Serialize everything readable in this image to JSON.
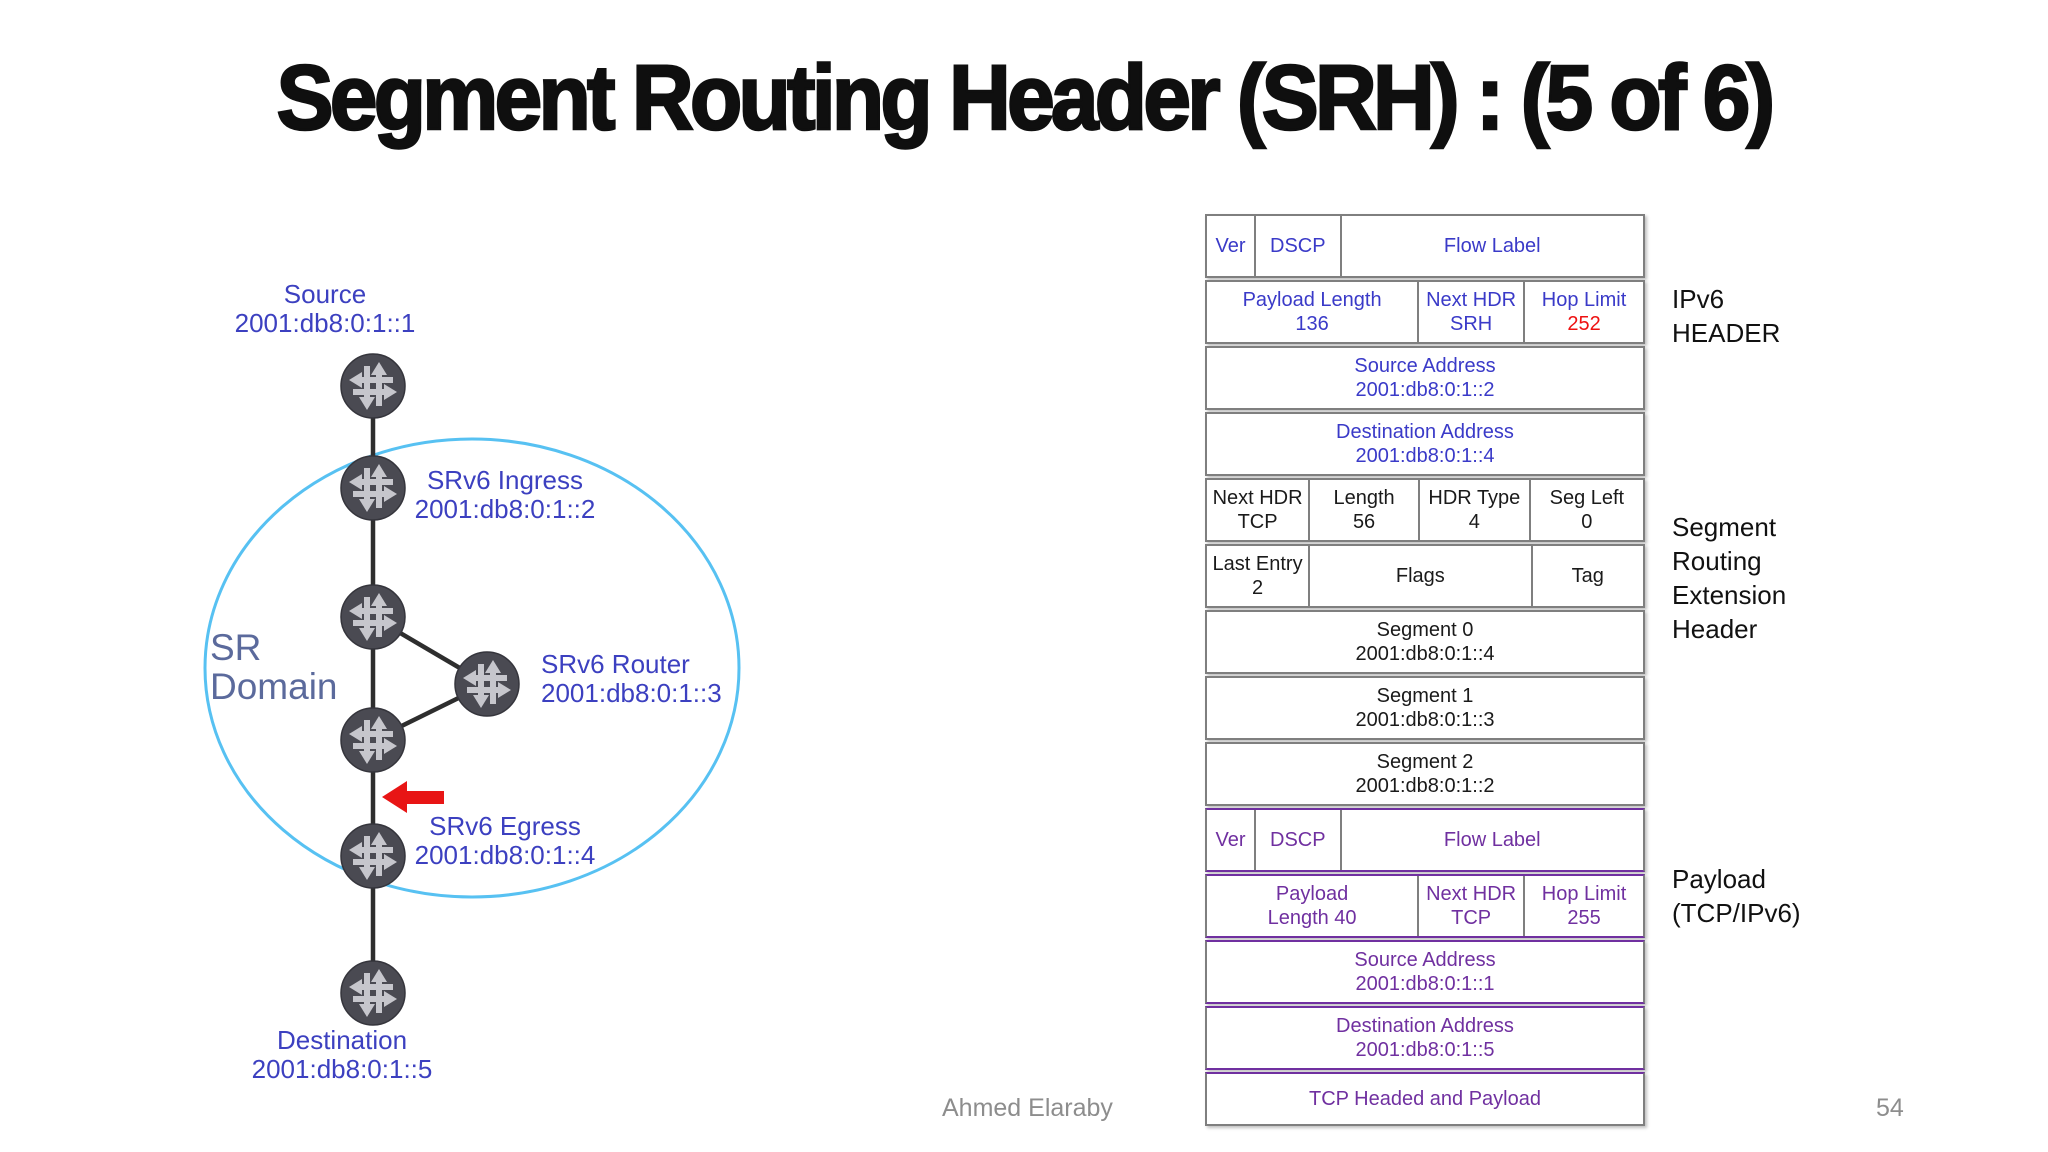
{
  "slide": {
    "title": "Segment Routing Header (SRH) : (5 of 6)",
    "footer_author": "Ahmed Elaraby",
    "page_number": "54"
  },
  "colors": {
    "ipv6_header_text": "#3A3AC8",
    "diagram_label_text": "#3C40C0",
    "payload_section_text": "#7030A0",
    "hop_limit_alert": "#EE1111",
    "sr_domain_circle": "#57C1F2",
    "table_border": "#7F7F7F",
    "router_fill": "#4A4A52",
    "footer_text": "#8D8D8D"
  },
  "diagram": {
    "sr_domain": {
      "line1": "SR",
      "line2": "Domain"
    },
    "nodes": [
      {
        "label": "Source",
        "address": "2001:db8:0:1::1"
      },
      {
        "label": "SRv6 Ingress",
        "address": "2001:db8:0:1::2"
      },
      {
        "label": "SRv6 Router",
        "address": "2001:db8:0:1::3"
      },
      {
        "label": "SRv6 Egress",
        "address": "2001:db8:0:1::4"
      },
      {
        "label": "Destination",
        "address": "2001:db8:0:1::5"
      }
    ]
  },
  "packet_table": {
    "side_labels": [
      {
        "lines": [
          "IPv6",
          "HEADER"
        ]
      },
      {
        "lines": [
          "Segment",
          "Routing",
          "Extension",
          "Header"
        ]
      },
      {
        "lines": [
          "Payload",
          "(TCP/IPv6)"
        ]
      }
    ],
    "rows": [
      {
        "cells": [
          {
            "l1": "Ver"
          },
          {
            "l1": "DSCP"
          },
          {
            "l1": "Flow Label"
          }
        ]
      },
      {
        "cells": [
          {
            "l1": "Payload Length",
            "l2": "136"
          },
          {
            "l1": "Next HDR",
            "l2": "SRH"
          },
          {
            "l1": "Hop Limit",
            "l2": "252"
          }
        ]
      },
      {
        "cells": [
          {
            "l1": "Source Address",
            "l2": "2001:db8:0:1::2"
          }
        ]
      },
      {
        "cells": [
          {
            "l1": "Destination Address",
            "l2": "2001:db8:0:1::4"
          }
        ]
      },
      {
        "cells": [
          {
            "l1": "Next HDR",
            "l2": "TCP"
          },
          {
            "l1": "Length",
            "l2": "56"
          },
          {
            "l1": "HDR Type",
            "l2": "4"
          },
          {
            "l1": "Seg Left",
            "l2": "0"
          }
        ]
      },
      {
        "cells": [
          {
            "l1": "Last Entry",
            "l2": "2"
          },
          {
            "l1": "Flags"
          },
          {
            "l1": "Tag"
          }
        ]
      },
      {
        "cells": [
          {
            "l1": "Segment 0",
            "l2": "2001:db8:0:1::4"
          }
        ]
      },
      {
        "cells": [
          {
            "l1": "Segment 1",
            "l2": "2001:db8:0:1::3"
          }
        ]
      },
      {
        "cells": [
          {
            "l1": "Segment 2",
            "l2": "2001:db8:0:1::2"
          }
        ]
      },
      {
        "cells": [
          {
            "l1": "Ver"
          },
          {
            "l1": "DSCP"
          },
          {
            "l1": "Flow Label"
          }
        ]
      },
      {
        "cells": [
          {
            "l1": "Payload",
            "l2": "Length 40"
          },
          {
            "l1": "Next HDR",
            "l2": "TCP"
          },
          {
            "l1": "Hop Limit",
            "l2": "255"
          }
        ]
      },
      {
        "cells": [
          {
            "l1": "Source Address",
            "l2": "2001:db8:0:1::1"
          }
        ]
      },
      {
        "cells": [
          {
            "l1": "Destination Address",
            "l2": "2001:db8:0:1::5"
          }
        ]
      },
      {
        "cells": [
          {
            "l1": "TCP Headed and Payload"
          }
        ]
      }
    ]
  }
}
